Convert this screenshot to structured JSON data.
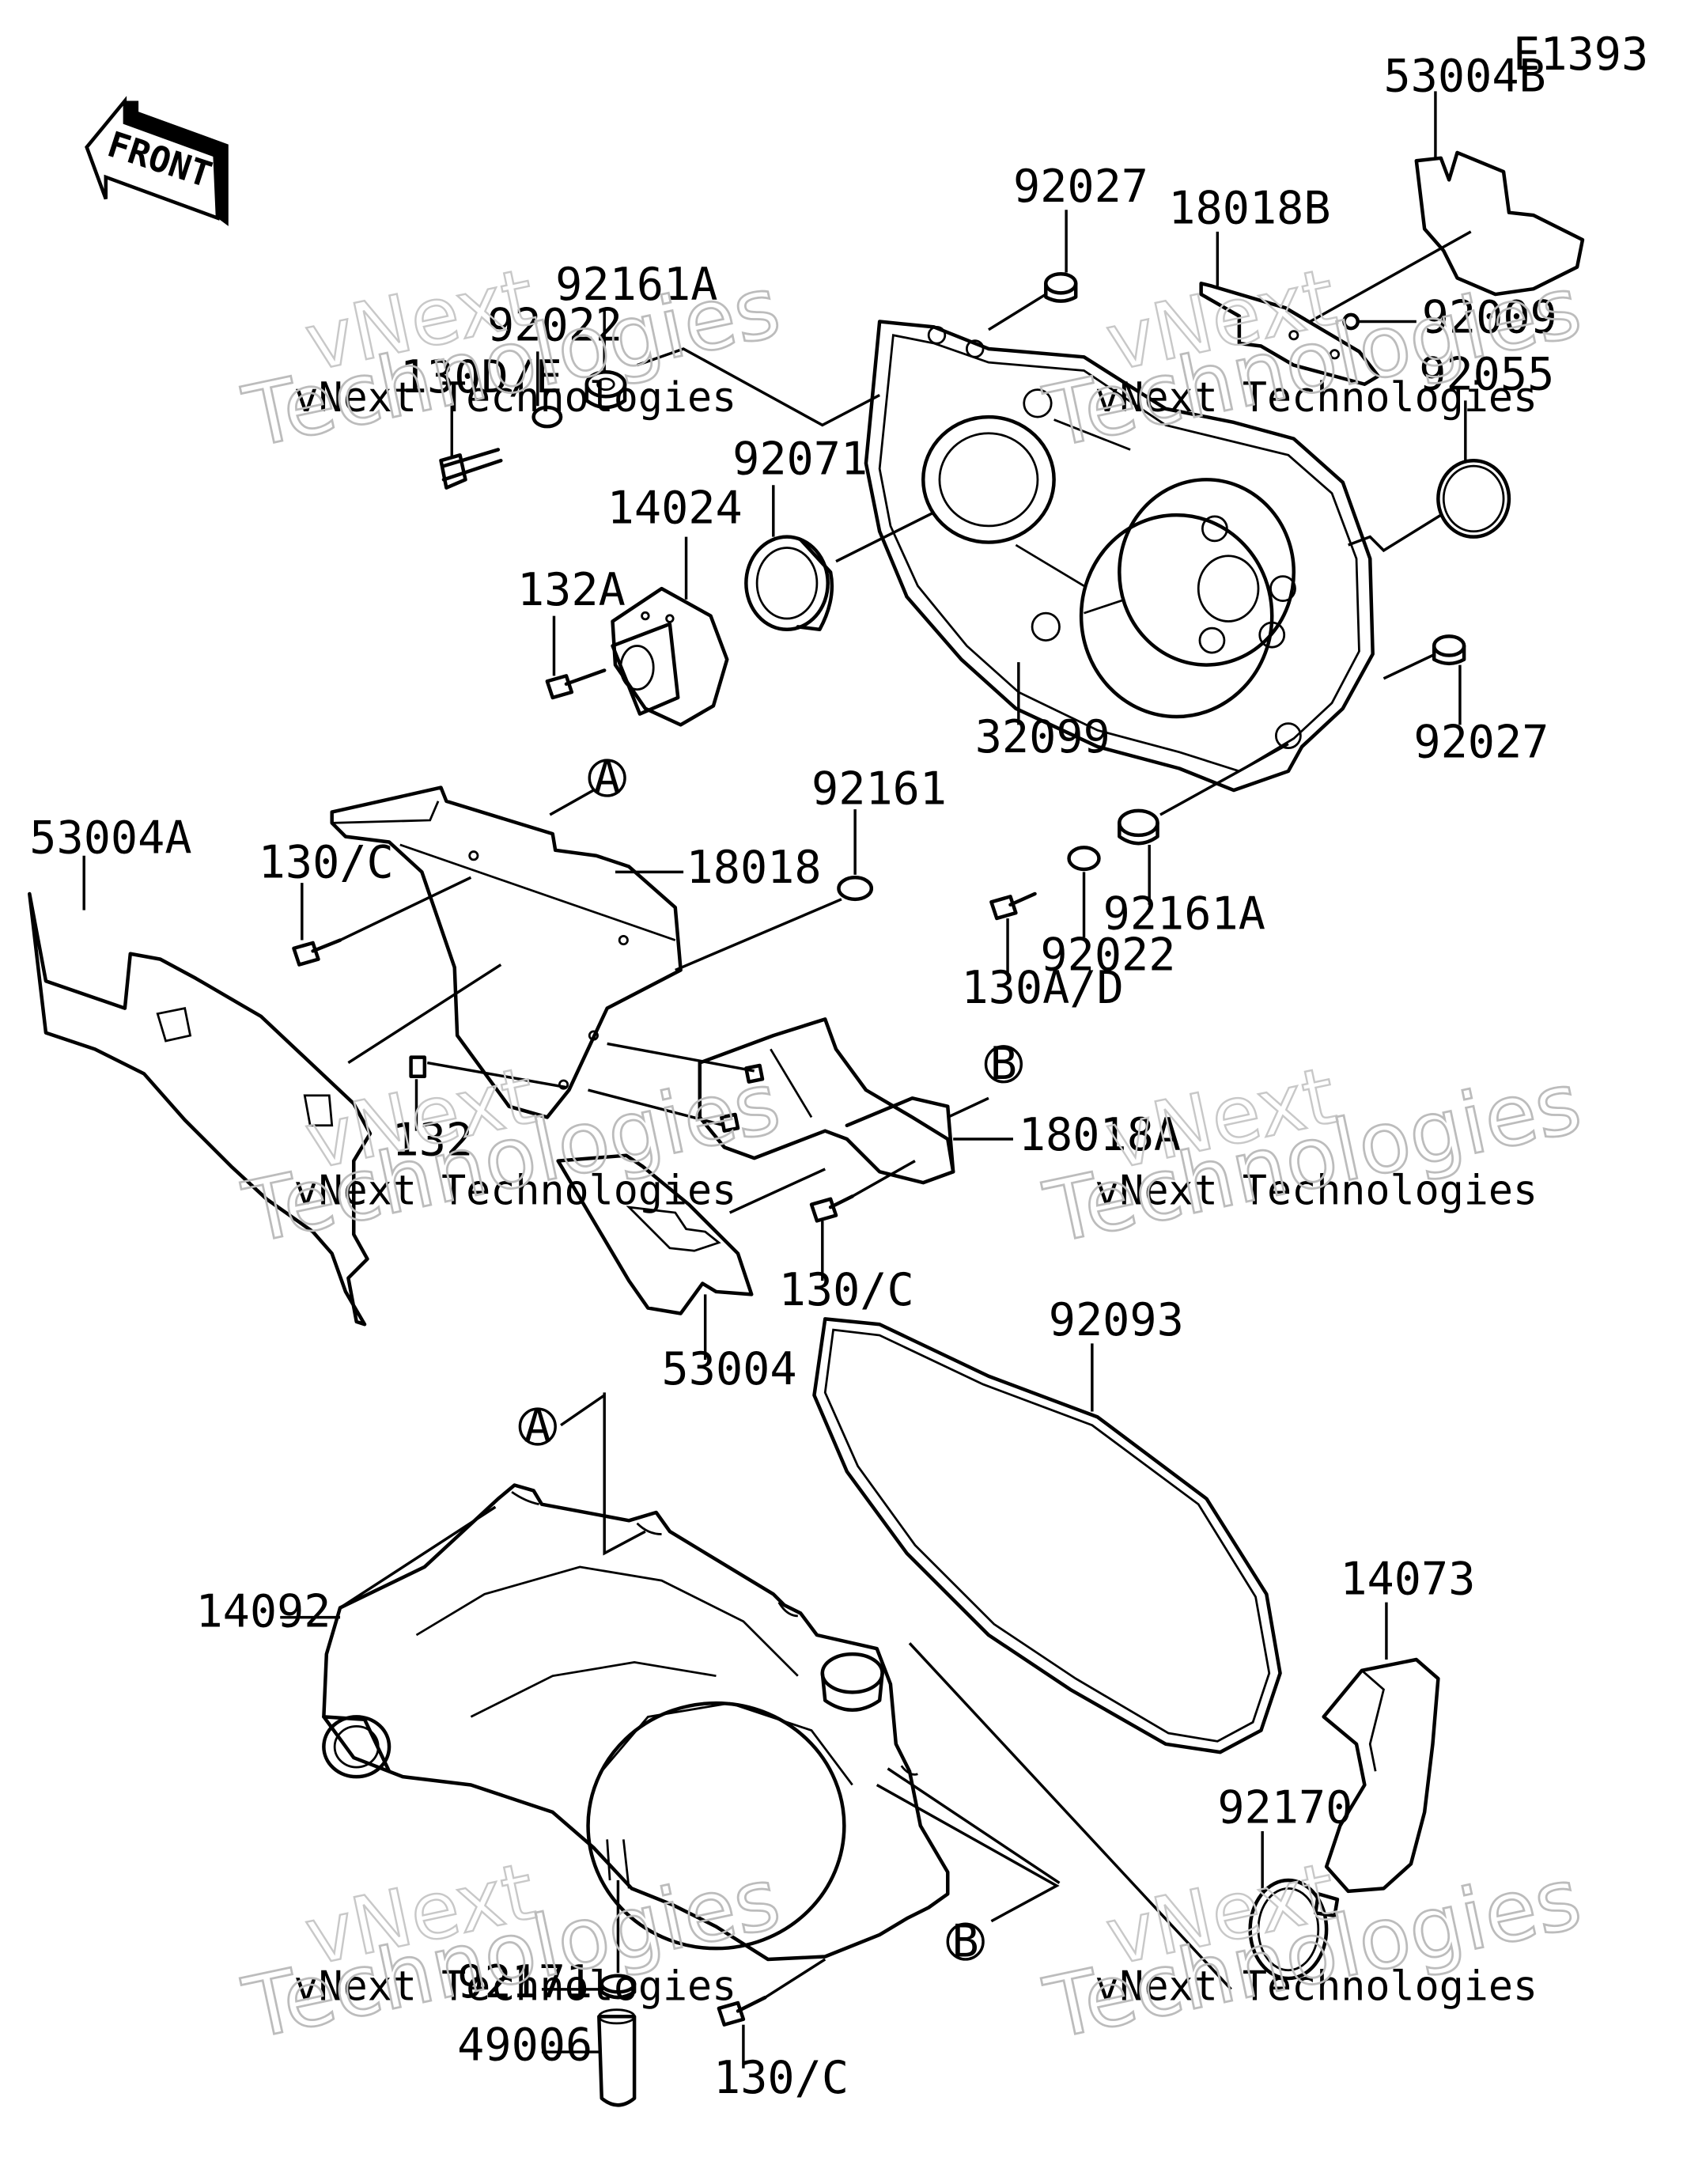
{
  "diagram": {
    "code": "E1393",
    "front_label": "FRONT",
    "callouts": [
      "A",
      "A",
      "B",
      "B"
    ],
    "watermark": {
      "line1": "vNext Technologies",
      "line2a": "vNext",
      "line2b": "Technologies"
    },
    "part_labels": [
      "53004B",
      "92027",
      "18018B",
      "92009",
      "92161A",
      "92022",
      "130D/E",
      "92055",
      "92071",
      "14024",
      "132A",
      "32099",
      "92027",
      "92161",
      "53004A",
      "130/C",
      "18018",
      "92161A",
      "92022",
      "130A/D",
      "132",
      "18018A",
      "130/C",
      "53004",
      "92093",
      "14092",
      "14073",
      "92170",
      "92171",
      "49006",
      "130/C"
    ]
  }
}
